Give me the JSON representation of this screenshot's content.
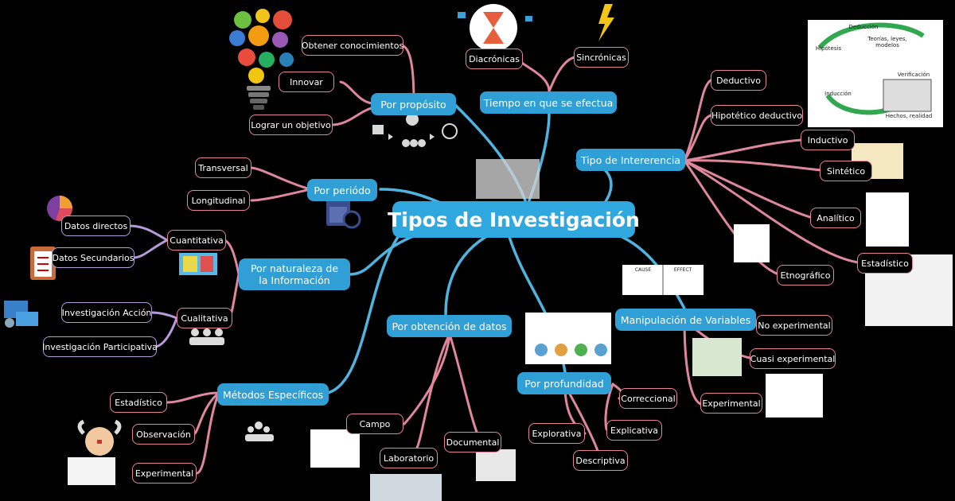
{
  "title": "Tipos de Investigación",
  "branches": {
    "proposito": {
      "label": "Por propósito",
      "children": [
        "Obtener conocimientos",
        "Innovar",
        "Lograr un objetivo"
      ]
    },
    "tiempo": {
      "label": "Tiempo en que se efectua",
      "children": [
        "Diacrónicas",
        "Sincrónicas"
      ]
    },
    "inferencia": {
      "label": "Tipo de Intererencia",
      "children": [
        "Deductivo",
        "Hipotético deductivo",
        "Inductivo",
        "Sintético",
        "Analítico",
        "Estadístico",
        "Etnográfico"
      ]
    },
    "periodo": {
      "label": "Por periódo",
      "children": [
        "Transversal",
        "Longitudinal"
      ]
    },
    "naturaleza": {
      "label": "Por naturaleza de la Información",
      "children": {
        "cuantitativa": {
          "label": "Cuantitativa",
          "children": [
            "Datos directos",
            "Datos Secundarios"
          ]
        },
        "cualitativa": {
          "label": "Cualitativa",
          "children": [
            "Investigación Acción",
            "Investigación Participativa"
          ]
        }
      }
    },
    "metodos": {
      "label": "Métodos Específicos",
      "children": [
        "Estadístico",
        "Observación",
        "Experimental"
      ]
    },
    "obtencion": {
      "label": "Por obtención de datos",
      "children": [
        "Campo",
        "Laboratorio",
        "Documental"
      ]
    },
    "profundidad": {
      "label": "Por profundidad",
      "children": [
        "Correccional",
        "Explicativa",
        "Explorativa",
        "Descriptiva"
      ]
    },
    "manipulacion": {
      "label": "Manipulación de Variables",
      "children": [
        "No experimental",
        "Cuasi experimental",
        "Experimental"
      ]
    }
  },
  "illustrations": {
    "cycle_labels": [
      "Deducción",
      "Teorías, leyes, modelos",
      "Hipótesis",
      "Inducción",
      "Hechos, realidad",
      "Verificación"
    ],
    "cause_effect": [
      "CAUSE",
      "EFFECT"
    ]
  },
  "colors": {
    "background": "#000000",
    "branch": "#2f9fd6",
    "leaf_border": "#e8839a",
    "leaf_border_alt": "#b69ad9",
    "connector_pink": "#e0879c",
    "connector_blue": "#4fb4e0"
  },
  "icons": [
    "lightbulb-gears-icon",
    "hourglass-icon",
    "lightning-icon",
    "process-flow-icon",
    "calendar-clock-icon",
    "pie-chart-icon",
    "clipboard-icon",
    "calculator-icon",
    "computer-network-icon",
    "people-group-icon",
    "team-icon",
    "scientist-icon"
  ]
}
